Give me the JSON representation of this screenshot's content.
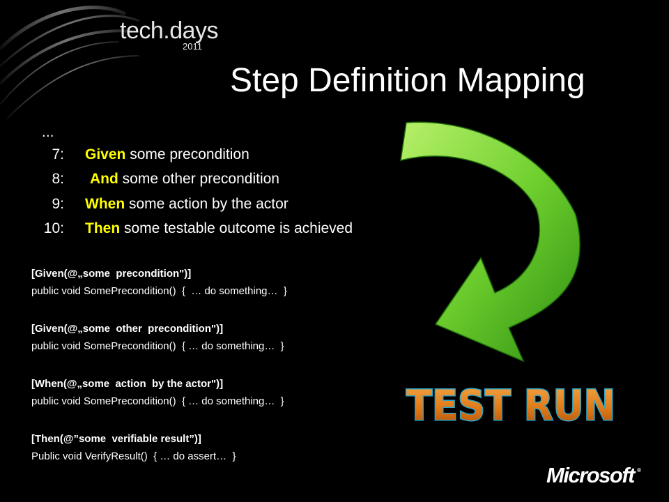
{
  "brand": {
    "name": "tech.days",
    "year": "2011"
  },
  "slide": {
    "title": "Step Definition Mapping"
  },
  "scenario": {
    "ellipsis": "...",
    "lines": [
      {
        "number": "7:",
        "keyword": "Given",
        "text": " some precondition"
      },
      {
        "number": "8:",
        "keyword": "And",
        "text": " some other precondition"
      },
      {
        "number": "9:",
        "keyword": "When",
        "text": " some action by the actor"
      },
      {
        "number": "10:",
        "keyword": "Then",
        "text": " some testable outcome is achieved"
      }
    ]
  },
  "bindings": [
    {
      "attribute": "[Given(@„some  precondition\")]",
      "signature": "public void SomePrecondition()  {  … do something…  }"
    },
    {
      "attribute": "[Given(@„some  other  precondition\")]",
      "signature": "public void SomePrecondition()  { … do something…  }"
    },
    {
      "attribute": "[When(@„some  action  by the actor\")]",
      "signature": "public void SomePrecondition()  { … do something…  }"
    },
    {
      "attribute": "[Then(@”some  verifiable result”)]",
      "signature": "Public void VerifyResult()  { … do assert…  }"
    }
  ],
  "badge": {
    "text": "TEST RUN"
  },
  "footer": {
    "logo": "Microsoft",
    "registered": "®"
  },
  "colors": {
    "keyword": "#ffff00",
    "arrow": "#6fcf2e",
    "badge": "#e07a18",
    "background": "#000000"
  },
  "icons": {
    "arrow": "curved-arrow-icon",
    "swirl": "swirl-icon"
  }
}
